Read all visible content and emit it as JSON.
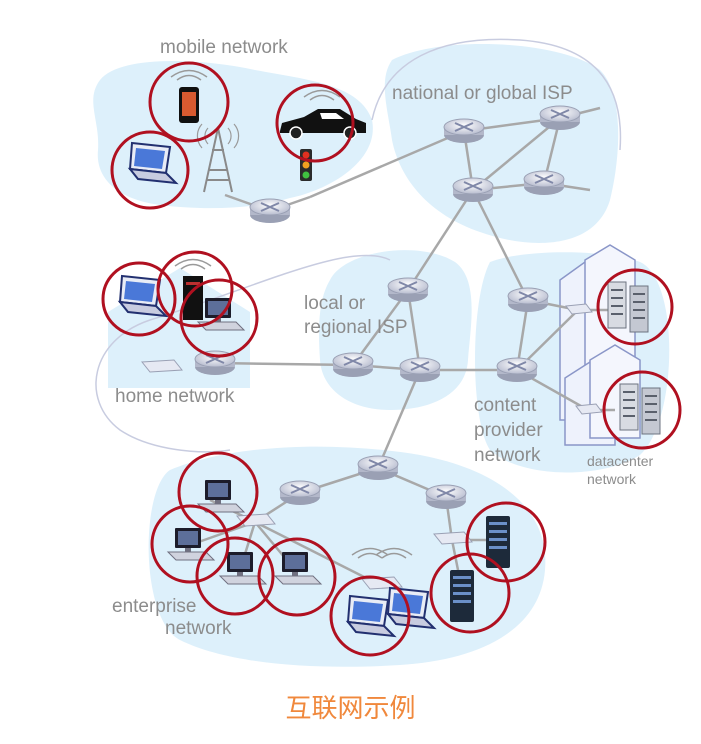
{
  "labels": {
    "mobile": "mobile network",
    "national": "national or global ISP",
    "local_l1": "local or",
    "local_l2": "regional ISP",
    "home": "home network",
    "content_l1": "content",
    "content_l2": "provider",
    "content_l3": "network",
    "datacenter_l1": "datacenter",
    "datacenter_l2": "network",
    "enterprise_l1": "enterprise",
    "enterprise_l2": "network"
  },
  "caption": "互联网示例",
  "colors": {
    "cloud": "#ddf0fb",
    "link": "#a8a8a8",
    "highlight": "#b01020",
    "caption": "#f0883c"
  }
}
